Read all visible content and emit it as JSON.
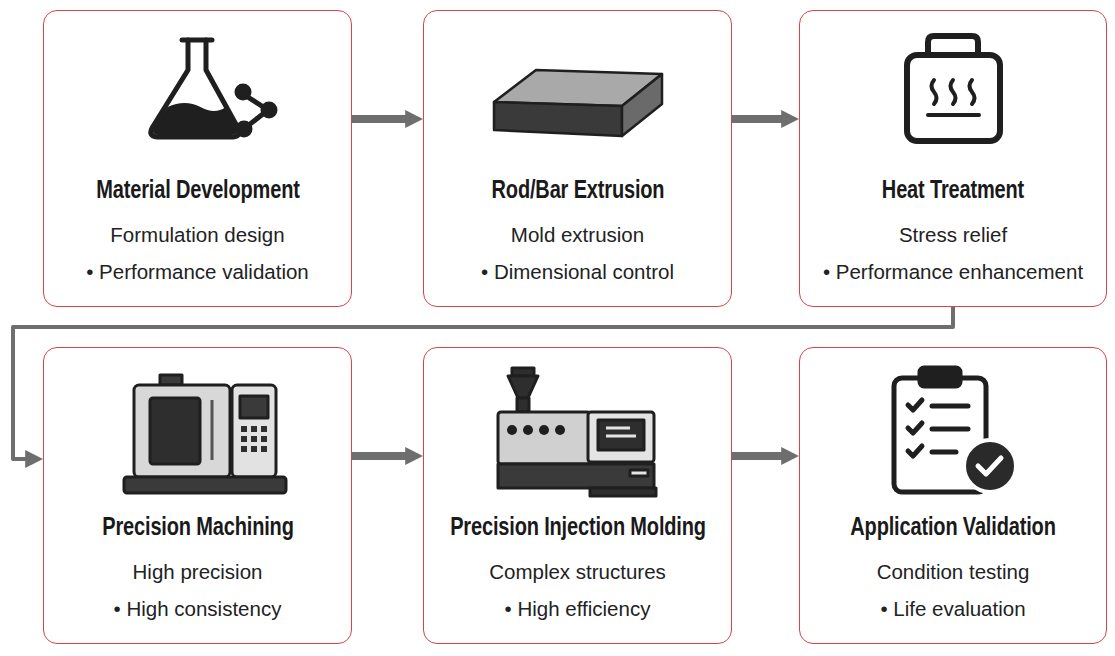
{
  "diagram": {
    "nodes": [
      {
        "text": [
          "Material Development",
          "Formulation design",
          "• Performance validation"
        ]
      },
      {
        "text": [
          "Rod/Bar Extrusion",
          "Mold extrusion",
          "• Dimensional control"
        ]
      },
      {
        "text": [
          "Heat Treatment",
          "Stress relief",
          "• Performance enhancement"
        ]
      },
      {
        "text": [
          "Precision Machining",
          "High precision",
          "• High consistency"
        ]
      },
      {
        "text": [
          "Precision Injection Molding",
          "Complex structures",
          "• High efficiency"
        ]
      },
      {
        "text": [
          "Application Validation",
          "Condition testing",
          "• Life evaluation"
        ]
      }
    ],
    "edges": [
      {
        "from": 0,
        "to": 1,
        "arrow": "to"
      },
      {
        "from": 1,
        "to": 2,
        "arrow": "to"
      },
      {
        "from": 2,
        "to": 3,
        "arrow": "to"
      },
      {
        "from": 3,
        "to": 4,
        "arrow": "to"
      },
      {
        "from": 4,
        "to": 5,
        "arrow": "to"
      }
    ]
  }
}
